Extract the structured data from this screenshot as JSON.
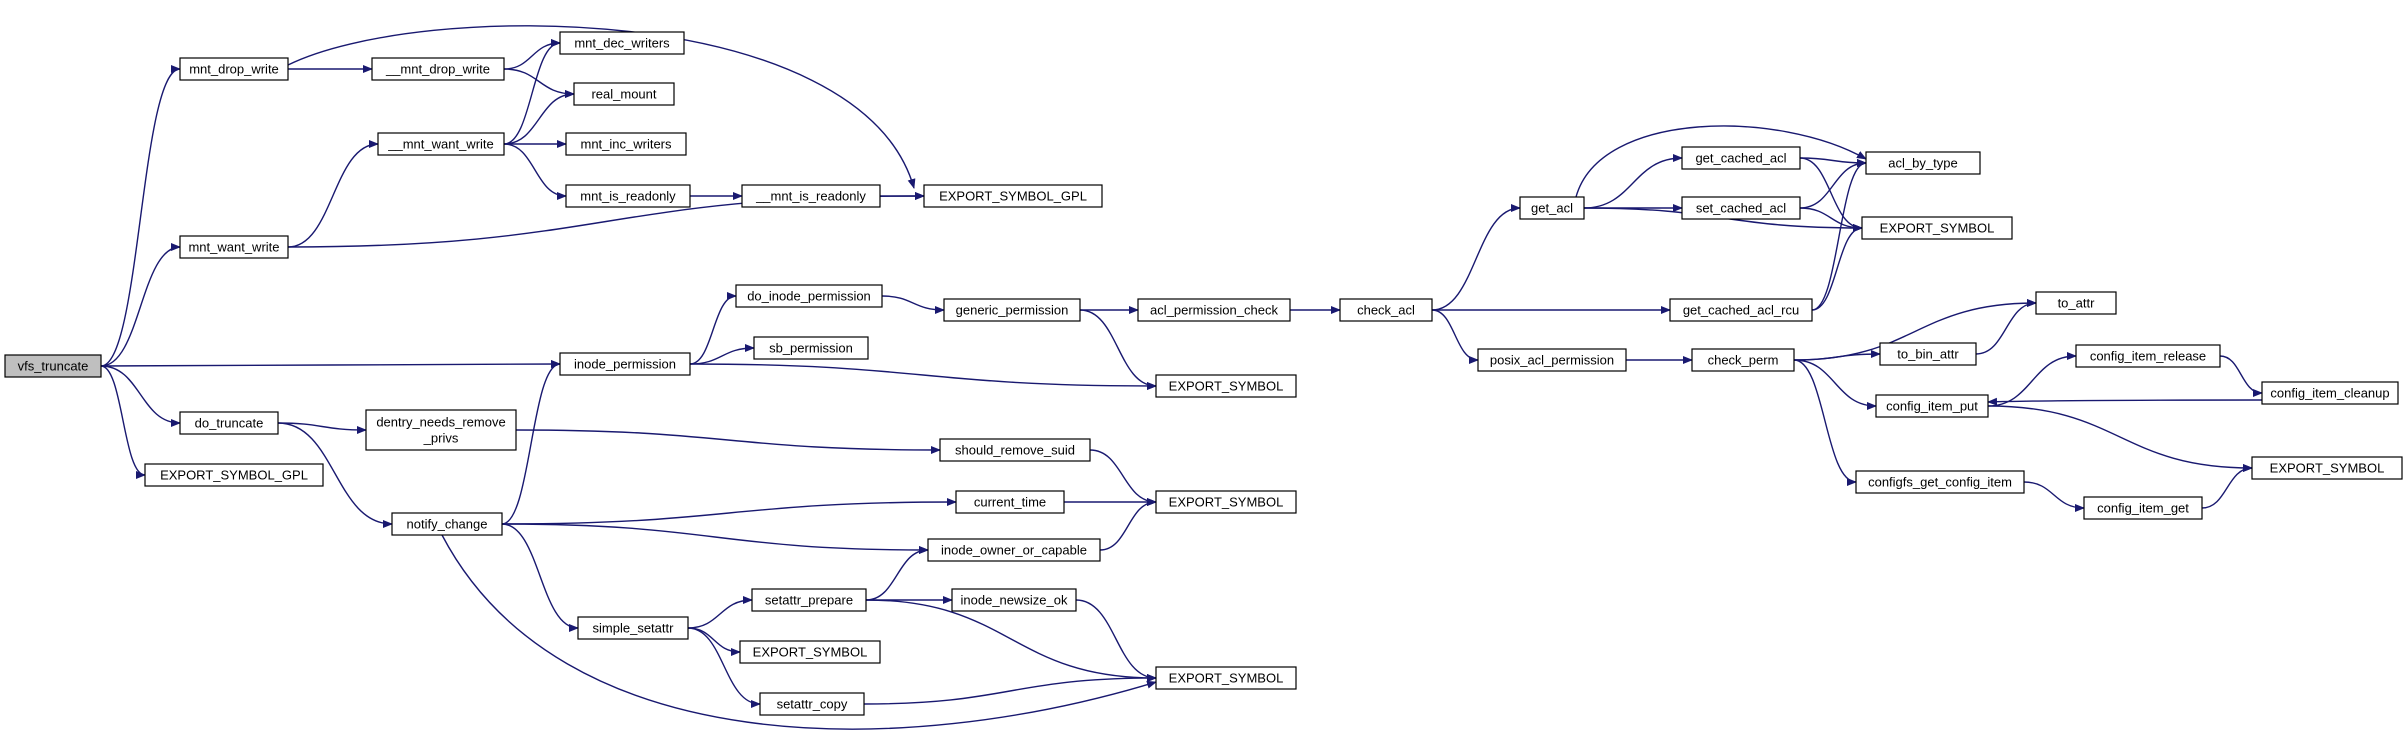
{
  "graph": {
    "nodes": [
      {
        "id": "n_vfs_truncate",
        "label": "vfs_truncate",
        "name": "node-vfs-truncate",
        "root": true
      },
      {
        "id": "n_mnt_drop_write",
        "label": "mnt_drop_write",
        "name": "node-mnt-drop-write"
      },
      {
        "id": "n___mnt_drop_write",
        "label": "__mnt_drop_write",
        "name": "node-__mnt-drop-write"
      },
      {
        "id": "n_mnt_dec_writers",
        "label": "mnt_dec_writers",
        "name": "node-mnt-dec-writers"
      },
      {
        "id": "n_real_mount",
        "label": "real_mount",
        "name": "node-real-mount"
      },
      {
        "id": "n___mnt_want_write",
        "label": "__mnt_want_write",
        "name": "node-__mnt-want-write"
      },
      {
        "id": "n_mnt_inc_writers",
        "label": "mnt_inc_writers",
        "name": "node-mnt-inc-writers"
      },
      {
        "id": "n_mnt_is_readonly",
        "label": "mnt_is_readonly",
        "name": "node-mnt-is-readonly"
      },
      {
        "id": "n___mnt_is_readonly",
        "label": "__mnt_is_readonly",
        "name": "node-__mnt-is-readonly"
      },
      {
        "id": "n_export_gpl_top",
        "label": "EXPORT_SYMBOL_GPL",
        "name": "node-export-symbol-gpl-top"
      },
      {
        "id": "n_mnt_want_write",
        "label": "mnt_want_write",
        "name": "node-mnt-want-write"
      },
      {
        "id": "n_inode_permission",
        "label": "inode_permission",
        "name": "node-inode-permission"
      },
      {
        "id": "n_do_inode_permission",
        "label": "do_inode_permission",
        "name": "node-do-inode-permission"
      },
      {
        "id": "n_sb_permission",
        "label": "sb_permission",
        "name": "node-sb-permission"
      },
      {
        "id": "n_generic_permission",
        "label": "generic_permission",
        "name": "node-generic-permission"
      },
      {
        "id": "n_acl_permission_check",
        "label": "acl_permission_check",
        "name": "node-acl-permission-check"
      },
      {
        "id": "n_check_acl",
        "label": "check_acl",
        "name": "node-check-acl"
      },
      {
        "id": "n_export_mid1",
        "label": "EXPORT_SYMBOL",
        "name": "node-export-symbol-mid1"
      },
      {
        "id": "n_get_acl",
        "label": "get_acl",
        "name": "node-get-acl"
      },
      {
        "id": "n_get_cached_acl",
        "label": "get_cached_acl",
        "name": "node-get-cached-acl"
      },
      {
        "id": "n_set_cached_acl",
        "label": "set_cached_acl",
        "name": "node-set-cached-acl"
      },
      {
        "id": "n_acl_by_type",
        "label": "acl_by_type",
        "name": "node-acl-by-type"
      },
      {
        "id": "n_export_acl",
        "label": "EXPORT_SYMBOL",
        "name": "node-export-symbol-acl"
      },
      {
        "id": "n_get_cached_acl_rcu",
        "label": "get_cached_acl_rcu",
        "name": "node-get-cached-acl-rcu"
      },
      {
        "id": "n_posix_acl_permission",
        "label": "posix_acl_permission",
        "name": "node-posix-acl-permission"
      },
      {
        "id": "n_check_perm",
        "label": "check_perm",
        "name": "node-check-perm"
      },
      {
        "id": "n_to_attr",
        "label": "to_attr",
        "name": "node-to-attr"
      },
      {
        "id": "n_to_bin_attr",
        "label": "to_bin_attr",
        "name": "node-to-bin-attr"
      },
      {
        "id": "n_config_item_release",
        "label": "config_item_release",
        "name": "node-config-item-release"
      },
      {
        "id": "n_config_item_put",
        "label": "config_item_put",
        "name": "node-config-item-put"
      },
      {
        "id": "n_config_item_cleanup",
        "label": "config_item_cleanup",
        "name": "node-config-item-cleanup"
      },
      {
        "id": "n_export_config",
        "label": "EXPORT_SYMBOL",
        "name": "node-export-symbol-config"
      },
      {
        "id": "n_configfs_get_config_item",
        "label": "configfs_get_config_item",
        "name": "node-configfs-get-config-item"
      },
      {
        "id": "n_config_item_get",
        "label": "config_item_get",
        "name": "node-config-item-get"
      },
      {
        "id": "n_do_truncate",
        "label": "do_truncate",
        "name": "node-do-truncate"
      },
      {
        "id": "n_export_gpl_bottom",
        "label": "EXPORT_SYMBOL_GPL",
        "name": "node-export-symbol-gpl-bottom"
      },
      {
        "id": "n_dentry_needs_remove_privs",
        "label": "dentry_needs_remove\n_privs",
        "name": "node-dentry-needs-remove-privs"
      },
      {
        "id": "n_should_remove_suid",
        "label": "should_remove_suid",
        "name": "node-should-remove-suid"
      },
      {
        "id": "n_notify_change",
        "label": "notify_change",
        "name": "node-notify-change"
      },
      {
        "id": "n_current_time",
        "label": "current_time",
        "name": "node-current-time"
      },
      {
        "id": "n_export_mid2",
        "label": "EXPORT_SYMBOL",
        "name": "node-export-symbol-mid2"
      },
      {
        "id": "n_inode_owner_or_capable",
        "label": "inode_owner_or_capable",
        "name": "node-inode-owner-or-capable"
      },
      {
        "id": "n_simple_setattr",
        "label": "simple_setattr",
        "name": "node-simple-setattr"
      },
      {
        "id": "n_setattr_prepare",
        "label": "setattr_prepare",
        "name": "node-setattr-prepare"
      },
      {
        "id": "n_inode_newsize_ok",
        "label": "inode_newsize_ok",
        "name": "node-inode-newsize-ok"
      },
      {
        "id": "n_export_small",
        "label": "EXPORT_SYMBOL",
        "name": "node-export-symbol-small"
      },
      {
        "id": "n_setattr_copy",
        "label": "setattr_copy",
        "name": "node-setattr-copy"
      },
      {
        "id": "n_export_bottom",
        "label": "EXPORT_SYMBOL",
        "name": "node-export-symbol-bottom"
      }
    ],
    "edges": [
      [
        "n_vfs_truncate",
        "n_mnt_drop_write"
      ],
      [
        "n_vfs_truncate",
        "n_mnt_want_write"
      ],
      [
        "n_vfs_truncate",
        "n_inode_permission"
      ],
      [
        "n_vfs_truncate",
        "n_do_truncate"
      ],
      [
        "n_vfs_truncate",
        "n_export_gpl_bottom"
      ],
      [
        "n_mnt_drop_write",
        "n___mnt_drop_write"
      ],
      [
        "n_mnt_drop_write",
        "n_export_gpl_top"
      ],
      [
        "n___mnt_drop_write",
        "n_mnt_dec_writers"
      ],
      [
        "n___mnt_drop_write",
        "n_real_mount"
      ],
      [
        "n_mnt_want_write",
        "n___mnt_want_write"
      ],
      [
        "n_mnt_want_write",
        "n_export_gpl_top"
      ],
      [
        "n___mnt_want_write",
        "n_mnt_dec_writers"
      ],
      [
        "n___mnt_want_write",
        "n_real_mount"
      ],
      [
        "n___mnt_want_write",
        "n_mnt_inc_writers"
      ],
      [
        "n___mnt_want_write",
        "n_mnt_is_readonly"
      ],
      [
        "n_mnt_is_readonly",
        "n___mnt_is_readonly"
      ],
      [
        "n___mnt_is_readonly",
        "n_export_gpl_top"
      ],
      [
        "n_inode_permission",
        "n_do_inode_permission"
      ],
      [
        "n_inode_permission",
        "n_sb_permission"
      ],
      [
        "n_inode_permission",
        "n_export_mid1"
      ],
      [
        "n_do_inode_permission",
        "n_generic_permission"
      ],
      [
        "n_generic_permission",
        "n_acl_permission_check"
      ],
      [
        "n_generic_permission",
        "n_export_mid1"
      ],
      [
        "n_acl_permission_check",
        "n_check_acl"
      ],
      [
        "n_check_acl",
        "n_get_acl"
      ],
      [
        "n_check_acl",
        "n_get_cached_acl_rcu"
      ],
      [
        "n_check_acl",
        "n_posix_acl_permission"
      ],
      [
        "n_get_acl",
        "n_get_cached_acl"
      ],
      [
        "n_get_acl",
        "n_set_cached_acl"
      ],
      [
        "n_get_acl",
        "n_acl_by_type"
      ],
      [
        "n_get_acl",
        "n_export_acl"
      ],
      [
        "n_get_cached_acl",
        "n_acl_by_type"
      ],
      [
        "n_get_cached_acl",
        "n_export_acl"
      ],
      [
        "n_set_cached_acl",
        "n_acl_by_type"
      ],
      [
        "n_set_cached_acl",
        "n_export_acl"
      ],
      [
        "n_get_cached_acl_rcu",
        "n_acl_by_type"
      ],
      [
        "n_get_cached_acl_rcu",
        "n_export_acl"
      ],
      [
        "n_posix_acl_permission",
        "n_check_perm"
      ],
      [
        "n_check_perm",
        "n_to_attr"
      ],
      [
        "n_check_perm",
        "n_to_bin_attr"
      ],
      [
        "n_check_perm",
        "n_config_item_put"
      ],
      [
        "n_check_perm",
        "n_configfs_get_config_item"
      ],
      [
        "n_to_bin_attr",
        "n_to_attr"
      ],
      [
        "n_config_item_put",
        "n_config_item_release"
      ],
      [
        "n_config_item_put",
        "n_export_config"
      ],
      [
        "n_config_item_release",
        "n_config_item_cleanup"
      ],
      [
        "n_config_item_cleanup",
        "n_config_item_put"
      ],
      [
        "n_configfs_get_config_item",
        "n_config_item_get"
      ],
      [
        "n_config_item_get",
        "n_export_config"
      ],
      [
        "n_do_truncate",
        "n_dentry_needs_remove_privs"
      ],
      [
        "n_do_truncate",
        "n_notify_change"
      ],
      [
        "n_dentry_needs_remove_privs",
        "n_should_remove_suid"
      ],
      [
        "n_should_remove_suid",
        "n_export_mid2"
      ],
      [
        "n_notify_change",
        "n_inode_permission"
      ],
      [
        "n_notify_change",
        "n_current_time"
      ],
      [
        "n_notify_change",
        "n_inode_owner_or_capable"
      ],
      [
        "n_notify_change",
        "n_simple_setattr"
      ],
      [
        "n_notify_change",
        "n_export_bottom"
      ],
      [
        "n_current_time",
        "n_export_mid2"
      ],
      [
        "n_inode_owner_or_capable",
        "n_export_mid2"
      ],
      [
        "n_simple_setattr",
        "n_setattr_prepare"
      ],
      [
        "n_simple_setattr",
        "n_export_small"
      ],
      [
        "n_simple_setattr",
        "n_setattr_copy"
      ],
      [
        "n_setattr_prepare",
        "n_inode_owner_or_capable"
      ],
      [
        "n_setattr_prepare",
        "n_inode_newsize_ok"
      ],
      [
        "n_setattr_prepare",
        "n_export_bottom"
      ],
      [
        "n_inode_newsize_ok",
        "n_export_bottom"
      ],
      [
        "n_setattr_copy",
        "n_export_bottom"
      ]
    ]
  },
  "colors": {
    "edge": "#191970",
    "node_border": "#000000",
    "root_fill": "#bfbfbf",
    "node_fill": "#ffffff"
  }
}
